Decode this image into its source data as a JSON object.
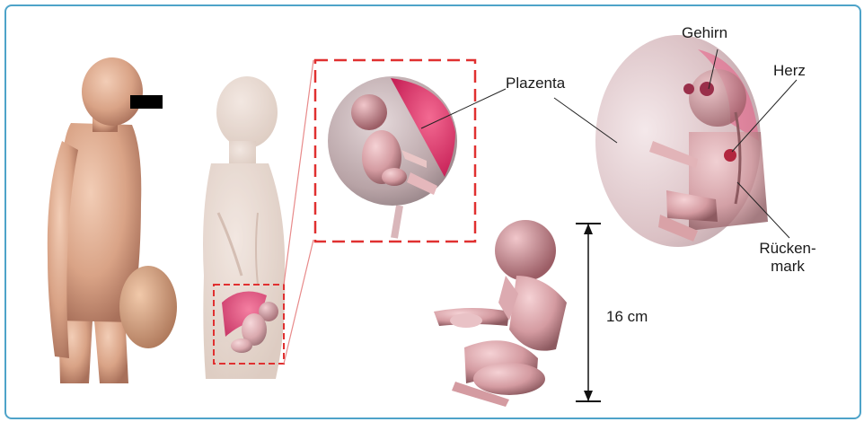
{
  "labels": {
    "placenta": "Plazenta",
    "brain": "Gehirn",
    "heart": "Herz",
    "spinal_cord_line1": "Rücken-",
    "spinal_cord_line2": "mark",
    "size": "16 cm"
  },
  "colors": {
    "frame_border": "#4ea3c9",
    "skin": "#e6b59a",
    "placenta": "#e0306a",
    "callout_border": "#e03030",
    "fetus": "#d9a2a7",
    "uterus": "#c9b8ba"
  }
}
